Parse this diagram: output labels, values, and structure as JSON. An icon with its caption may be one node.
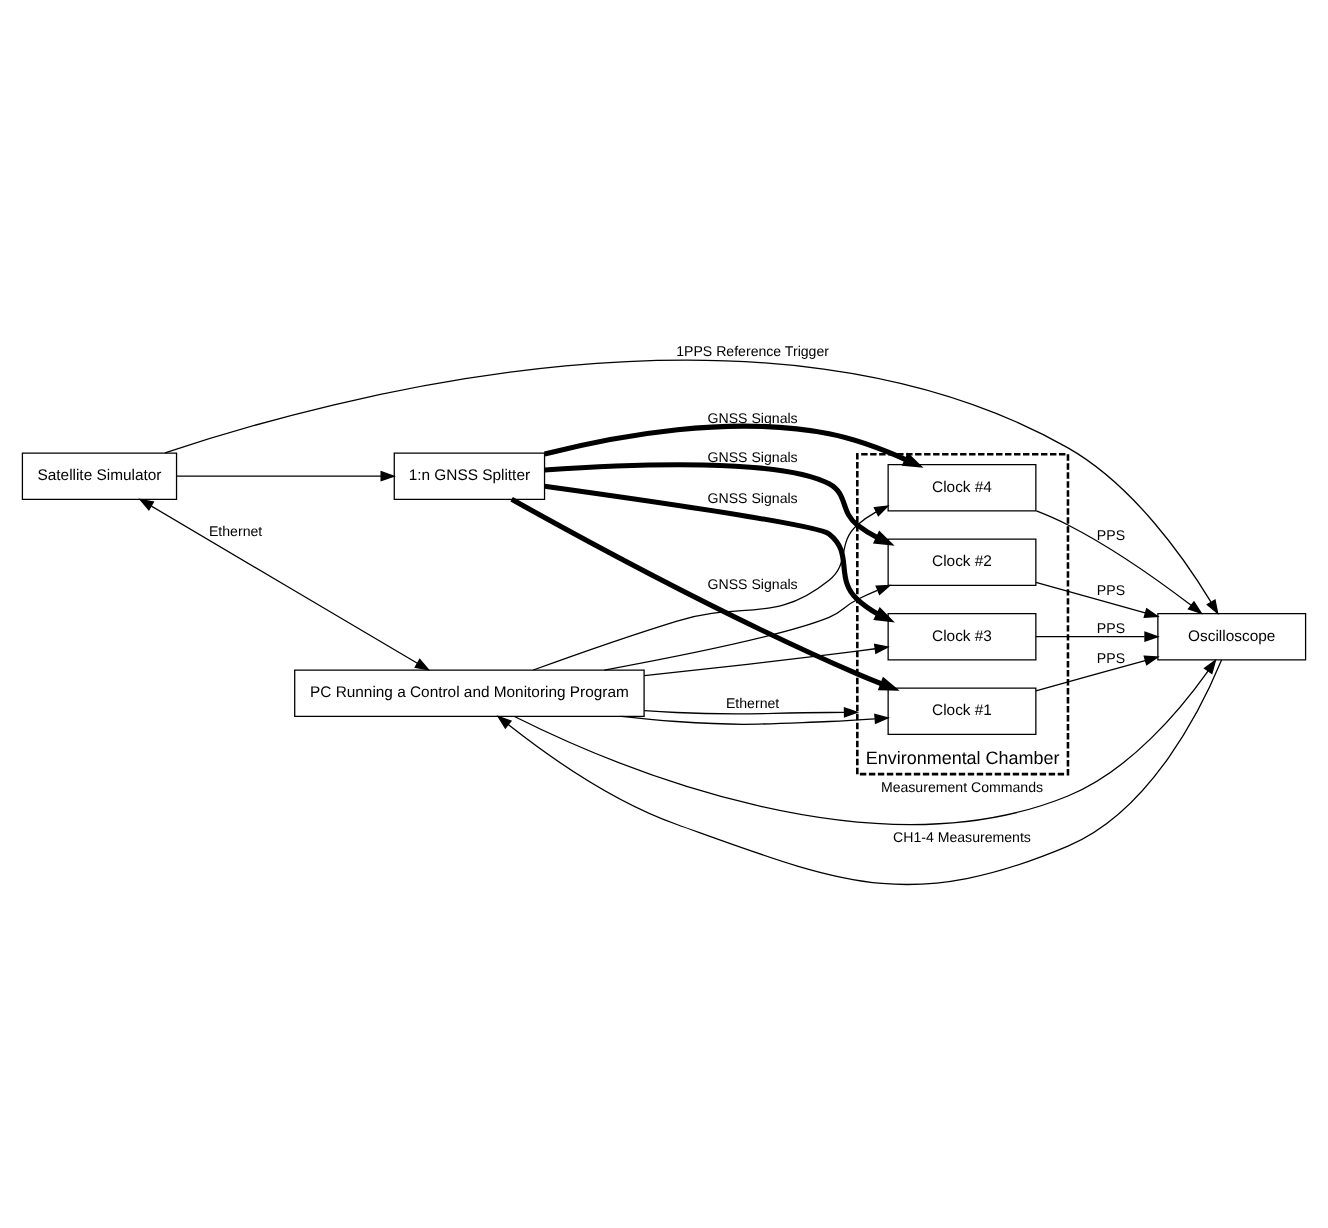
{
  "diagram": {
    "nodes": [
      {
        "text": [
          "PC Running a Control and Monitoring Program"
        ]
      },
      {
        "text": [
          "Satellite Simulator"
        ]
      },
      {
        "text": [
          "Oscilloscope"
        ]
      },
      {
        "text": [
          "1:n GNSS Splitter"
        ]
      },
      {
        "text": [
          "Environmental Chamber"
        ]
      },
      {
        "text": [
          "Clock #1"
        ],
        "in": 4
      },
      {
        "text": [
          "Clock #2"
        ],
        "in": 4
      },
      {
        "text": [
          "Clock #3"
        ],
        "in": 4
      },
      {
        "text": [
          "Clock #4"
        ],
        "in": 4
      }
    ],
    "edges": [
      {
        "from": 1,
        "to": 0,
        "arrow": "both",
        "label": "Ethernet"
      },
      {
        "from": 0,
        "to": 2,
        "arrow": "to",
        "label": "Measurement Commands"
      },
      {
        "from": 2,
        "to": 0,
        "arrow": "to",
        "label": "CH1-4 Measurements"
      },
      {
        "from": 1,
        "to": 2,
        "arrow": "to",
        "label": "1PPS Reference Trigger"
      },
      {
        "from": 1,
        "to": 3,
        "arrow": "to"
      },
      {
        "from": 0,
        "to": 4,
        "arrow": "to",
        "label": "Ethernet"
      },
      {
        "from": 0,
        "to": 5,
        "arrow": "to"
      },
      {
        "from": 0,
        "to": 6,
        "arrow": "to"
      },
      {
        "from": 0,
        "to": 7,
        "arrow": "to"
      },
      {
        "from": 0,
        "to": 8,
        "arrow": "to"
      },
      {
        "from": 3,
        "to": 5,
        "arrow": "to",
        "label": "GNSS Signals",
        "style": "thick"
      },
      {
        "from": 3,
        "to": 6,
        "arrow": "to",
        "label": "GNSS Signals",
        "style": "thick"
      },
      {
        "from": 3,
        "to": 7,
        "arrow": "to",
        "label": "GNSS Signals",
        "style": "thick"
      },
      {
        "from": 3,
        "to": 8,
        "arrow": "to",
        "label": "GNSS Signals",
        "style": "thick"
      },
      {
        "from": 5,
        "to": 2,
        "arrow": "to",
        "label": "PPS"
      },
      {
        "from": 6,
        "to": 2,
        "arrow": "to",
        "label": "PPS"
      },
      {
        "from": 7,
        "to": 2,
        "arrow": "to",
        "label": "PPS"
      },
      {
        "from": 8,
        "to": 2,
        "arrow": "to",
        "label": "PPS"
      }
    ]
  }
}
